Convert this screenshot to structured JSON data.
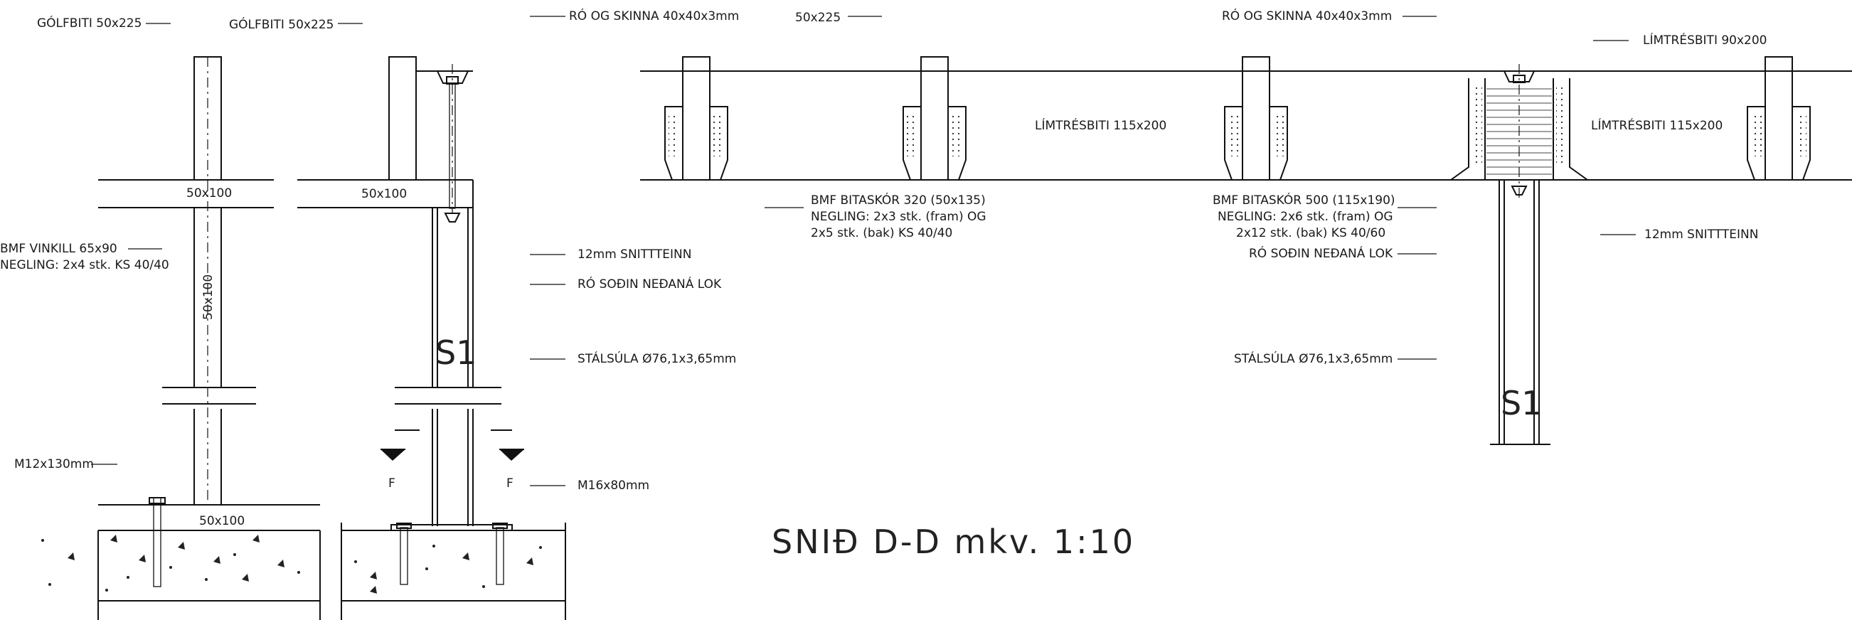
{
  "drawing": {
    "title": "SNIÐ D-D  mkv. 1:10",
    "column_mark": "S1",
    "force_mark": "F"
  },
  "labels": {
    "golfbiti_a": "GÓLFBITI 50x225",
    "golfbiti_b": "GÓLFBITI 50x225",
    "ro_skinna_a": "RÓ OG SKINNA 40x40x3mm",
    "top_50x225": "50x225",
    "ro_skinna_b": "RÓ OG SKINNA 40x40x3mm",
    "limtresbiti_90": "LÍMTRÉSBITI 90x200",
    "limtresbiti_115_a": "LÍMTRÉSBITI 115x200",
    "limtresbiti_115_b": "LÍMTRÉSBITI 115x200",
    "beam_50x100_a": "50x100",
    "beam_50x100_b": "50x100",
    "post_50x100": "50x100",
    "sill_50x100": "50x100",
    "bmf_vinkill": "BMF VINKILL 65x90",
    "negling_vinkill": "NEGLING: 2x4 stk. KS 40/40",
    "snittteinn_a": "12mm SNITTTEINN",
    "ro_sodin_a": "RÓ SOÐIN NEÐANÁ LOK",
    "stalsula_a": "STÁLSÚLA Ø76,1x3,65mm",
    "m12": "M12x130mm",
    "m16": "M16x80mm",
    "bitaskor320_l1": "BMF BITASKÓR 320 (50x135)",
    "bitaskor320_l2": "NEGLING: 2x3 stk. (fram) OG",
    "bitaskor320_l3": "2x5 stk. (bak) KS 40/40",
    "bitaskor500_l1": "BMF BITASKÓR 500 (115x190)",
    "bitaskor500_l2": "NEGLING: 2x6 stk. (fram) OG",
    "bitaskor500_l3": "2x12 stk. (bak) KS 40/60",
    "ro_sodin_b": "RÓ SOÐIN NEÐANÁ LOK",
    "stalsula_b": "STÁLSÚLA Ø76,1x3,65mm",
    "snittteinn_b": "12mm SNITTTEINN"
  }
}
